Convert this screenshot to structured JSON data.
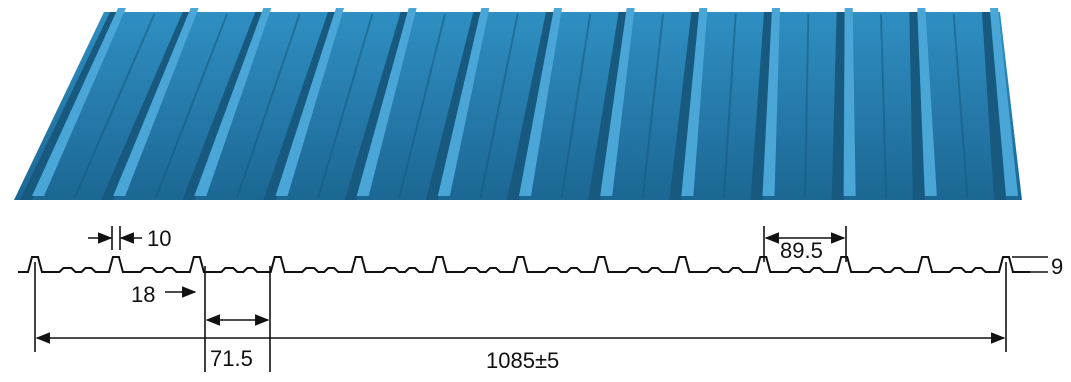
{
  "colors": {
    "sheet_top": "#2a85b8",
    "sheet_bottom": "#1f6e9e",
    "rib_light": "#4aa6d6",
    "rib_shadow": "#17597f",
    "line": "#111111"
  },
  "profile": {
    "rib_count": 13
  },
  "dimensions": {
    "rib_top_width": "10",
    "rib_pitch": "89.5",
    "rib_height": "9",
    "rib_base_offset": "18",
    "valley_width": "71.5",
    "total_width": "1085±5"
  }
}
